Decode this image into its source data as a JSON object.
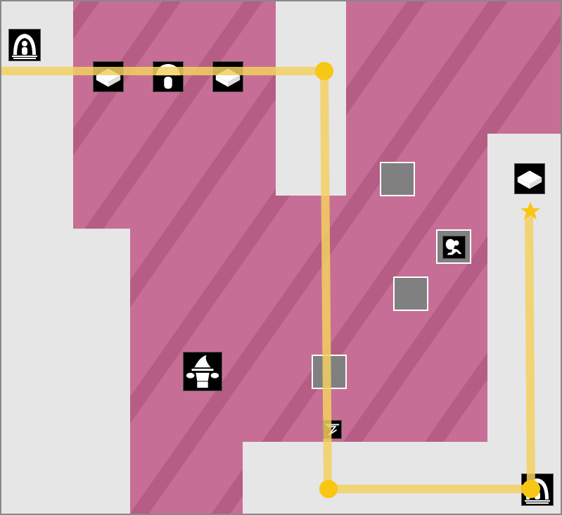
{
  "colors": {
    "floor": "#e6e6e6",
    "zone": "#c76e96",
    "zone_stripe": "#b55d85",
    "path": "#f2d060",
    "path_node": "#f8c614",
    "block": "#808080",
    "border": "#888888"
  },
  "entities": [
    {
      "name": "fountain-start",
      "icon": "fountain-icon"
    },
    {
      "name": "treasure-block-1",
      "icon": "block-icon"
    },
    {
      "name": "mushroom",
      "icon": "mushroom-icon"
    },
    {
      "name": "treasure-block-2",
      "icon": "block-icon"
    },
    {
      "name": "treasure-block-3",
      "icon": "block-icon"
    },
    {
      "name": "thief",
      "icon": "thief-icon"
    },
    {
      "name": "wizard",
      "icon": "wizard-icon"
    },
    {
      "name": "trap",
      "icon": "trap-icon"
    },
    {
      "name": "fountain-end",
      "icon": "fountain-icon"
    },
    {
      "name": "goal",
      "icon": "star-icon"
    }
  ]
}
